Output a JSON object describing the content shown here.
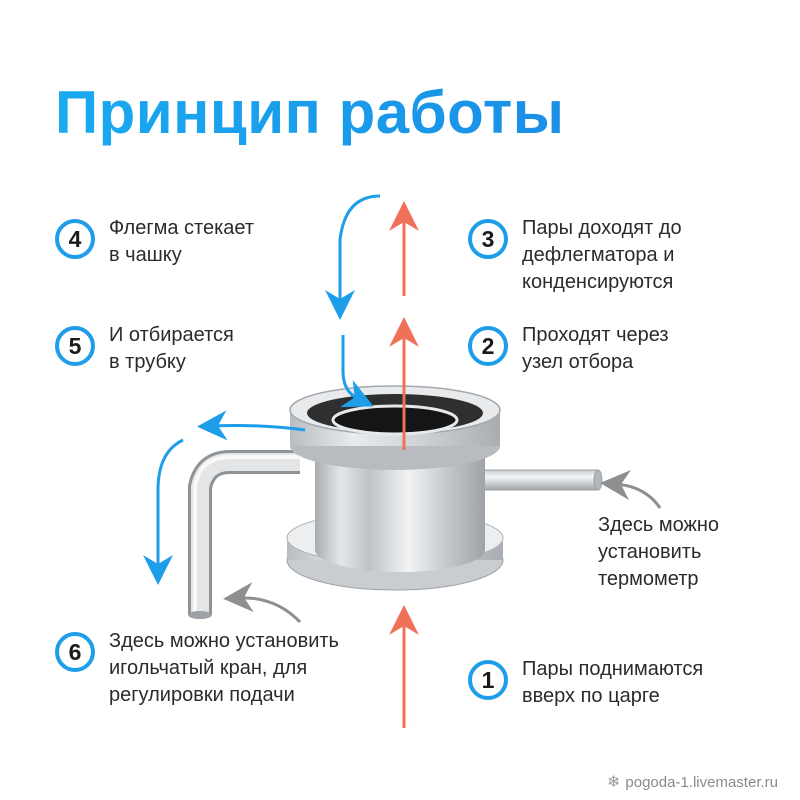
{
  "title": "Принцип работы",
  "steps": [
    {
      "number": "1",
      "text": "Пары поднимаются\nвверх по царге"
    },
    {
      "number": "2",
      "text": "Проходят через\nузел отбора"
    },
    {
      "number": "3",
      "text": "Пары доходят до\nдефлегматора и\nконденсируются"
    },
    {
      "number": "4",
      "text": "Флегма стекает\nв чашку"
    },
    {
      "number": "5",
      "text": "И отбирается\nв трубку"
    },
    {
      "number": "6",
      "text": "Здесь можно установить\nигольчатый кран, для\nрегулировки подачи"
    }
  ],
  "thermometer_note": "Здесь можно\nустановить\nтермометр",
  "watermark": {
    "text": "pogoda-1.livemaster.ru",
    "icon": "snowflake-icon"
  },
  "colors": {
    "accent_blue": "#1e9de8",
    "arrow_red": "#f0705a",
    "arrow_gray": "#8f8f8f"
  }
}
